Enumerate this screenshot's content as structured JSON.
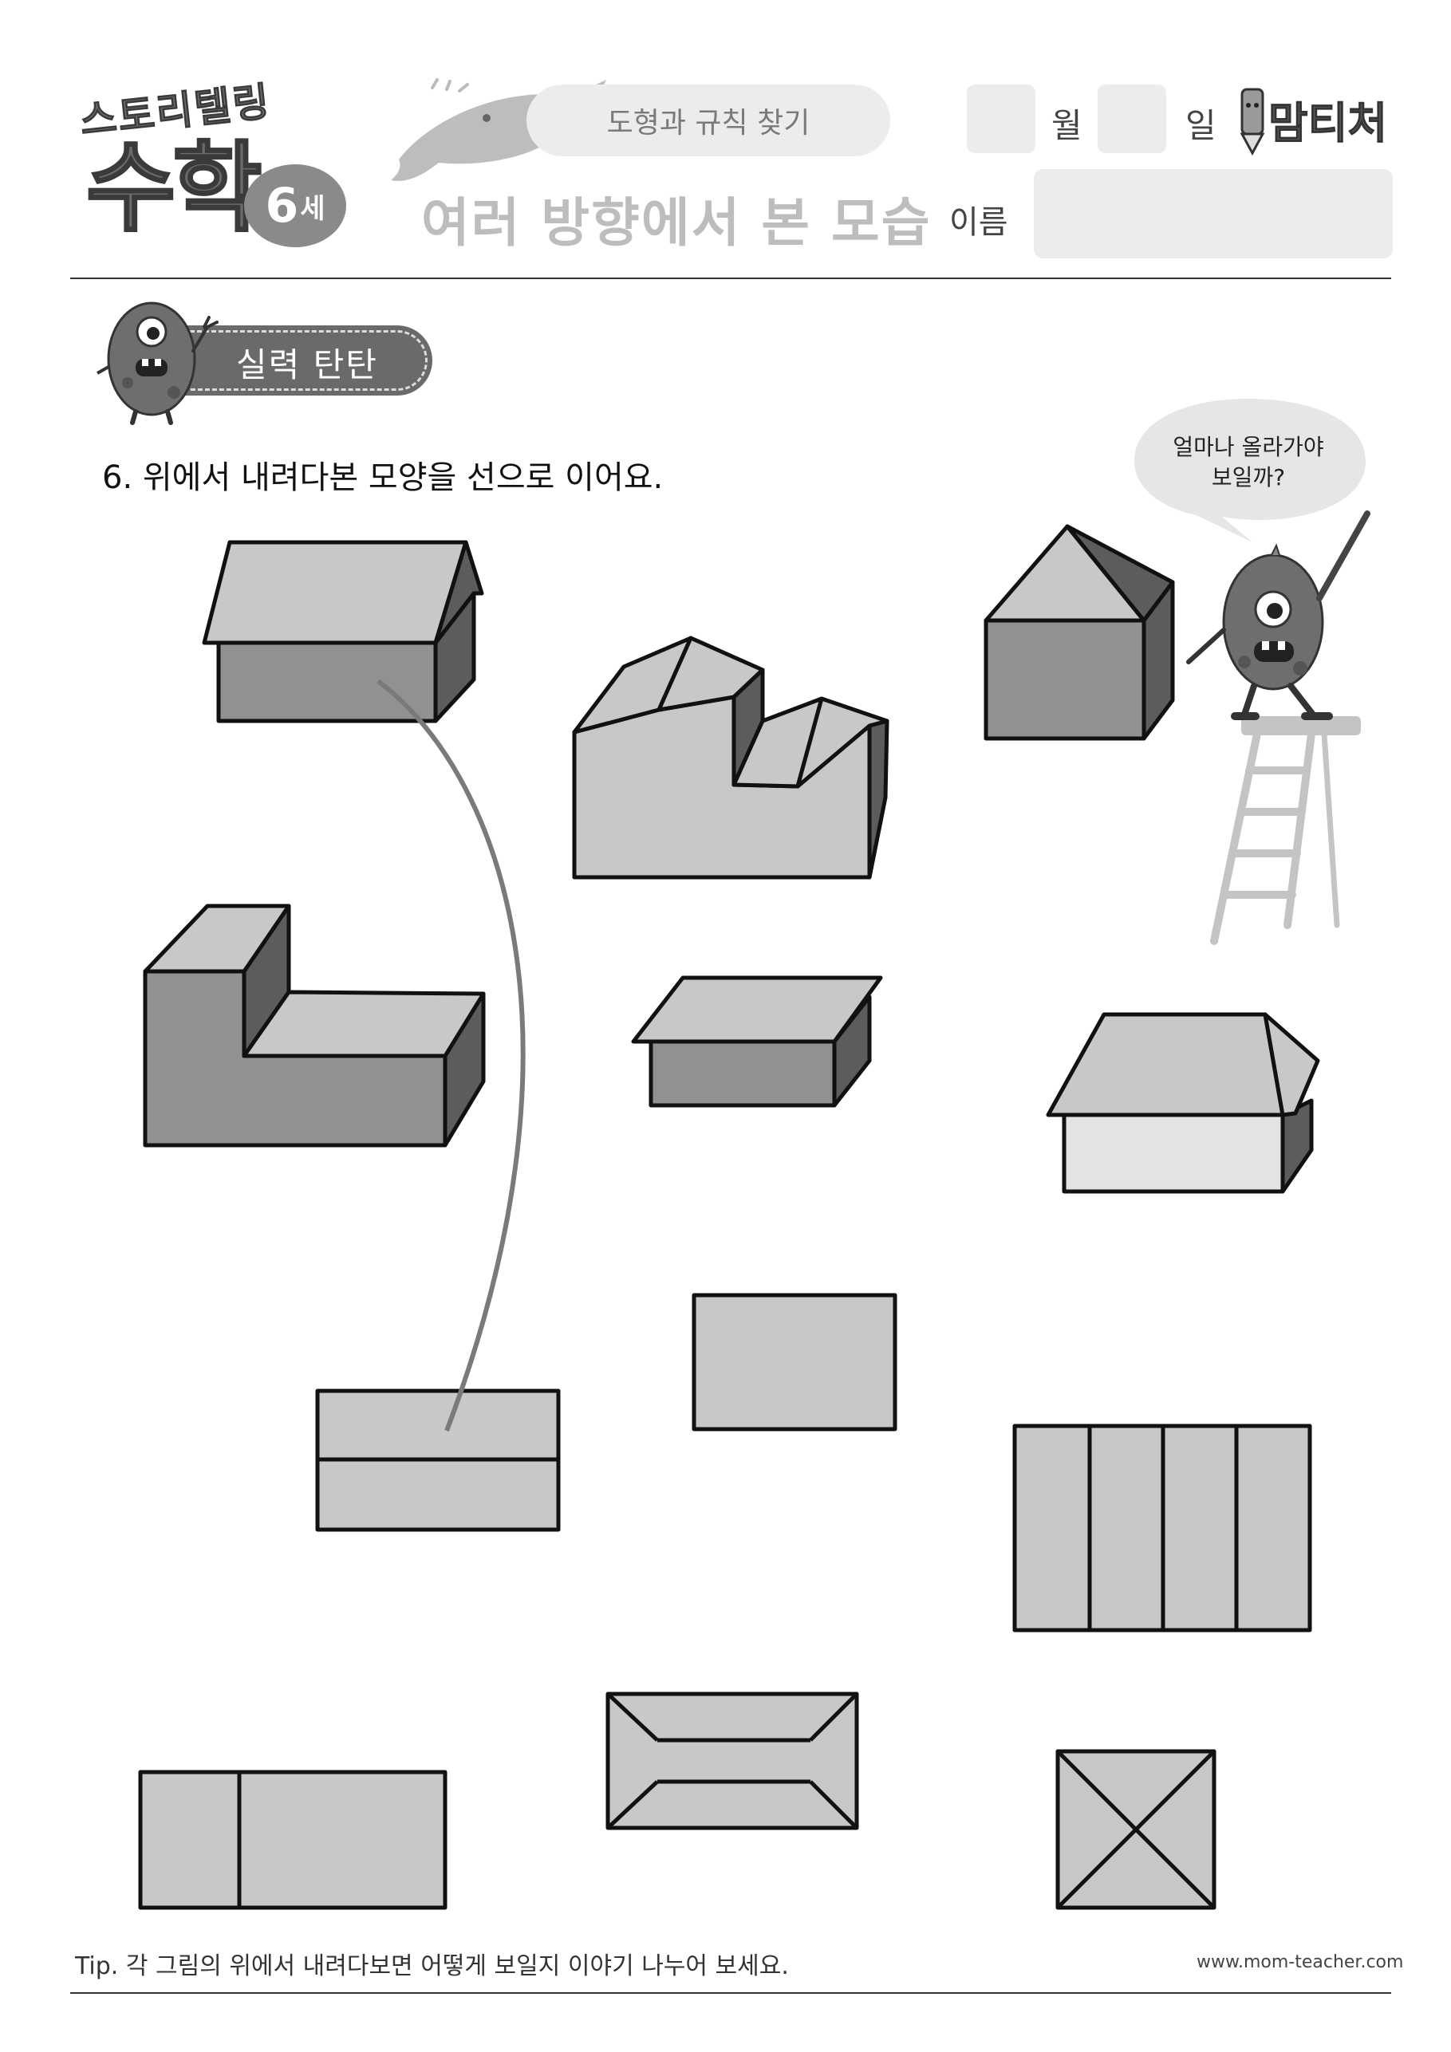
{
  "header": {
    "logo_top": "스토리텔링",
    "logo_main": "수학",
    "logo_age_number": "6",
    "logo_age_suffix": "세",
    "topic": "도형과 규칙 찾기",
    "subtitle": "여러 방향에서 본 모습",
    "month_label": "월",
    "day_label": "일",
    "brand": "맘티처",
    "name_label": "이름"
  },
  "section": {
    "label": "실력 탄탄"
  },
  "question": "6. 위에서 내려다본 모양을 선으로 이어요.",
  "speech_bubble": {
    "line1": "얼마나 올라가야",
    "line2": "보일까?"
  },
  "footer": {
    "tip": "Tip. 각 그림의 위에서 내려다보면 어떻게 보일지 이야기 나누어 보세요.",
    "url": "www.mom-teacher.com"
  },
  "colors": {
    "roof": "#c8c8c8",
    "wall_front": "#919191",
    "wall_side": "#5c5c5c",
    "wall_light": "#e3e3e3",
    "plan_fill": "#c8c8c8",
    "stroke": "#111111",
    "connector_line": "#7a7a7a"
  },
  "icons": [
    "whale-icon",
    "monster-mascot-icon",
    "pencil-mascot-icon",
    "ladder-icon"
  ]
}
